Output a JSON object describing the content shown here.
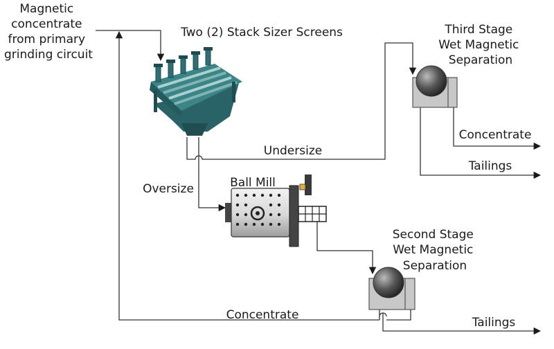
{
  "labels": {
    "feed": [
      "Magnetic",
      "concentrate",
      "from primary",
      "grinding circuit"
    ],
    "screens": "Two (2) Stack Sizer Screens",
    "third_stage": [
      "Third Stage",
      "Wet Magnetic",
      "Separation"
    ],
    "undersize": "Undersize",
    "concentrate_top": "Concentrate",
    "tailings_top": "Tailings",
    "oversize": "Oversize",
    "ball_mill": "Ball Mill",
    "second_stage": [
      "Second Stage",
      "Wet Magnetic",
      "Separation"
    ],
    "concentrate_bottom": "Concentrate",
    "tailings_bottom": "Tailings"
  },
  "colors": {
    "screen_body": "#2f6f74",
    "screen_highlight": "#7fb4b3",
    "separator_box": "#c8c8c8",
    "separator_drum": "#4a4a4a",
    "mill_body": "#e5e5e5",
    "line": "#333333"
  }
}
